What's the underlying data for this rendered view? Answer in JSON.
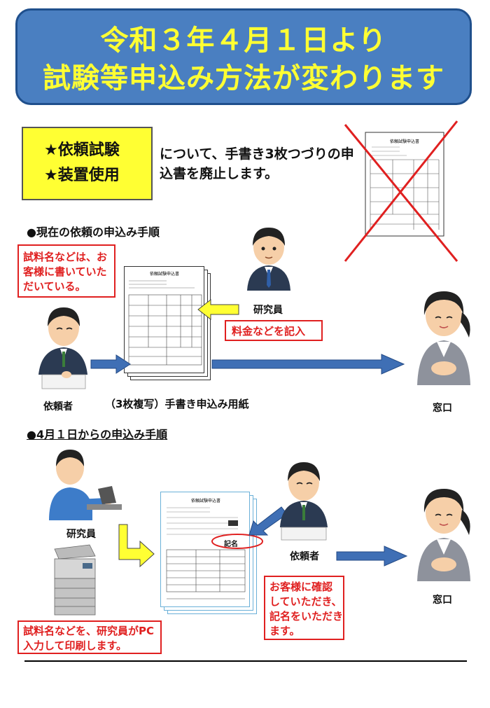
{
  "banner": {
    "line1": "令和３年４月１日より",
    "line2": "試験等申込み方法が変わります"
  },
  "services": {
    "item1": "★依頼試験",
    "item2": "★装置使用"
  },
  "abolish_notice": "について、手書き3枚つづりの申込書を廃止します。",
  "section_current": "●現在の依頼の申込み手順",
  "section_new": "●4月１日からの申込み手順",
  "current": {
    "callout_customer": "試料名などは、お客様に書いていただいている。",
    "researcher_label": "研究員",
    "fee_callout": "料金などを記入",
    "requester_label": "依頼者",
    "form_label": "（3枚複写）手書き申込み用紙",
    "counter_label": "窓口"
  },
  "new": {
    "researcher_label": "研究員",
    "requester_label": "依頼者",
    "counter_label": "窓口",
    "signature_mark": "記名",
    "callout_confirm": "お客様に確認していただき、記名をいただきます。",
    "callout_pc": "試料名などを、研究員がPC入力して印刷します。"
  },
  "form_thumbnail_title": "依頼試験申込書",
  "colors": {
    "banner_bg": "#4a7fc1",
    "banner_text": "#ffff33",
    "highlight": "#ffff33",
    "callout_red": "#e02020",
    "arrow_blue": "#3f6fb5"
  }
}
